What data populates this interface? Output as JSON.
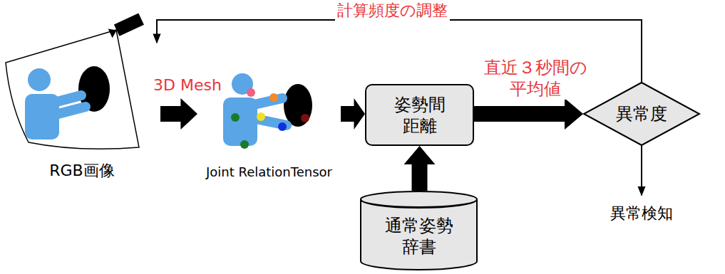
{
  "diagram": {
    "nodes": [
      {
        "text": [
          "RGB画像"
        ]
      },
      {
        "text": [
          "Joint RelationTensor"
        ]
      },
      {
        "text": [
          "姿勢間 距離"
        ]
      },
      {
        "text": [
          "通常姿勢 辞書"
        ]
      },
      {
        "text": [
          "異常度"
        ]
      },
      {
        "text": [
          "異常検知"
        ]
      }
    ],
    "edges": [
      {
        "from": 0,
        "to": 1,
        "arrow": "to",
        "label": "3D Mesh"
      },
      {
        "from": 1,
        "to": 2,
        "arrow": "to"
      },
      {
        "from": 3,
        "to": 2,
        "arrow": "to"
      },
      {
        "from": 2,
        "to": 4,
        "arrow": "to",
        "label": "直近３秒間の 平均値"
      },
      {
        "from": 4,
        "to": 0,
        "arrow": "to",
        "label": "計算頻度の調整"
      },
      {
        "from": 4,
        "to": 5,
        "arrow": "to"
      }
    ]
  }
}
